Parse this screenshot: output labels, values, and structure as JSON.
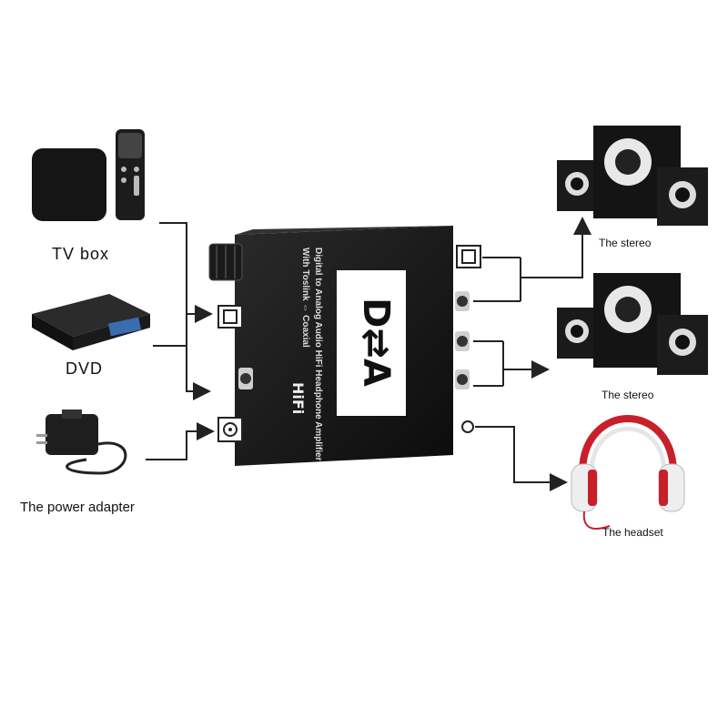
{
  "sources": {
    "tv_box": {
      "label": "TV box"
    },
    "dvd": {
      "label": "DVD"
    },
    "power": {
      "label": "The power adapter"
    }
  },
  "converter": {
    "logo": "D⇄A",
    "hifi": "HiFi",
    "desc_line1": "Digital to Analog Audio HiFi Headphone Amplifier",
    "desc_line2": "With Toslink ⇔ Coaxial"
  },
  "outputs": {
    "stereo1": {
      "label": "The stereo"
    },
    "stereo2": {
      "label": "The stereo"
    },
    "headset": {
      "label": "The headset"
    }
  },
  "colors": {
    "device": "#1a1a1a",
    "line": "#222222",
    "accent_red": "#c8202a"
  }
}
